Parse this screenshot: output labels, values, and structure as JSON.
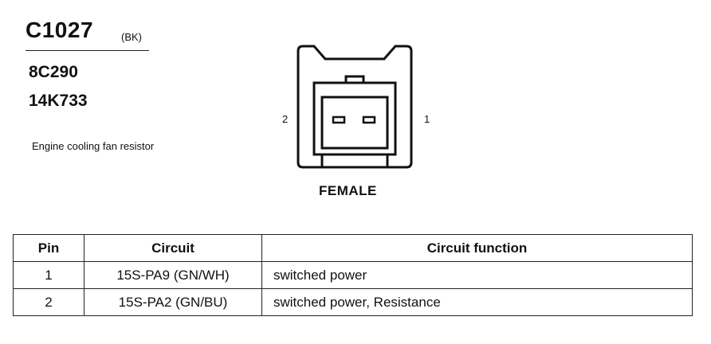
{
  "connector": {
    "code": "C1027",
    "color": "(BK)",
    "parts": [
      "8C290",
      "14K733"
    ],
    "description": "Engine cooling fan resistor",
    "pin_left": "2",
    "pin_right": "1",
    "gender": "FEMALE"
  },
  "table": {
    "headers": [
      "Pin",
      "Circuit",
      "Circuit function"
    ],
    "rows": [
      {
        "pin": "1",
        "circuit": "15S-PA9 (GN/WH)",
        "function": "switched power"
      },
      {
        "pin": "2",
        "circuit": "15S-PA2 (GN/BU)",
        "function": "switched power, Resistance"
      }
    ]
  }
}
